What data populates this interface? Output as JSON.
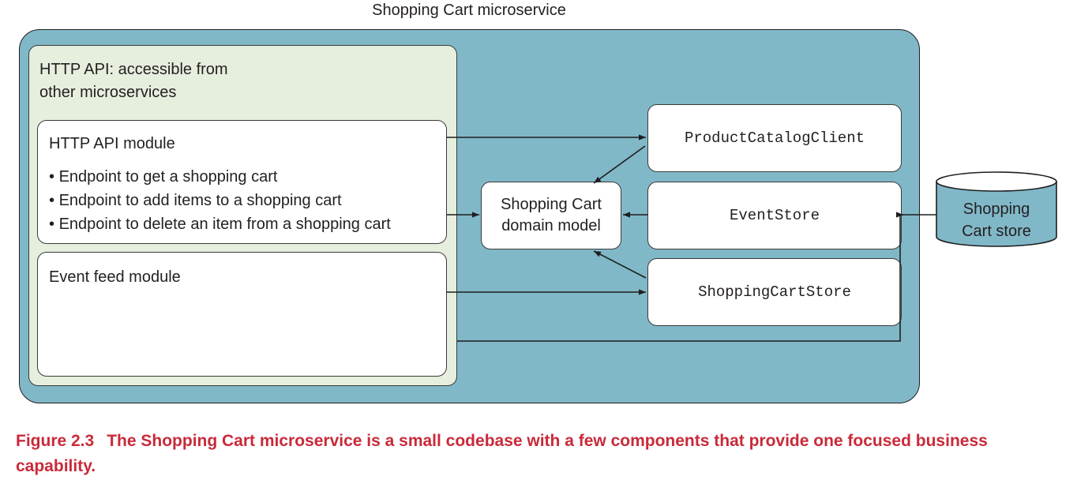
{
  "diagram": {
    "title": "Shopping Cart microservice",
    "api_panel_label": [
      "HTTP API: accessible from",
      "other microservices"
    ],
    "http_module": {
      "title": "HTTP API module",
      "endpoints": [
        "Endpoint to get a shopping cart",
        "Endpoint to add items to a shopping cart",
        "Endpoint to delete an item from a shopping cart"
      ]
    },
    "event_module": {
      "title": "Event feed module"
    },
    "domain_model": [
      "Shopping Cart",
      "domain model"
    ],
    "components": {
      "product_catalog_client": "ProductCatalogClient",
      "event_store": "EventStore",
      "shopping_cart_store": "ShoppingCartStore"
    },
    "database": [
      "Shopping",
      "Cart store"
    ]
  },
  "caption": {
    "label": "Figure 2.3",
    "text": "The Shopping Cart microservice is a small codebase with a few components that provide one focused business capability."
  },
  "colors": {
    "outer_fill": "#80b8c8",
    "api_panel_fill": "#e6eede",
    "box_fill": "#ffffff",
    "database_fill": "#80b8c8",
    "caption_color": "#c92a3a"
  }
}
